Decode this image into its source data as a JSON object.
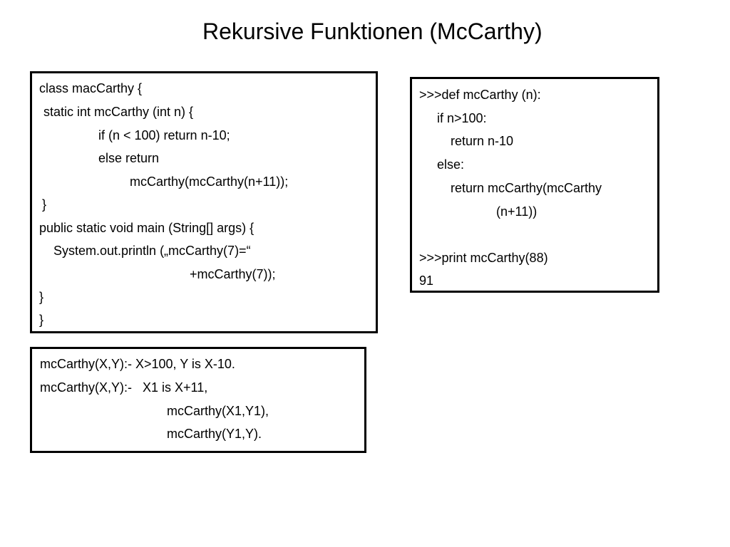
{
  "title": "Rekursive Funktionen (McCarthy)",
  "java": {
    "lines": [
      "class macCarthy {",
      "static int mcCarthy (int n) {",
      "if (n < 100) return n-10;",
      "else return",
      "mcCarthy(mcCarthy(n+11));",
      "}",
      "public static void main (String[] args) {",
      "System.out.println („mcCarthy(7)=“",
      "+mcCarthy(7));",
      "}",
      "}"
    ]
  },
  "python": {
    "lines": [
      ">>>def mcCarthy (n):",
      "if n>100:",
      "return n-10",
      "else:",
      "return mcCarthy(mcCarthy",
      "(n+11))",
      ">>>print mcCarthy(88)",
      "91"
    ]
  },
  "prolog": {
    "lines": [
      "mcCarthy(X,Y):- X>100, Y is X-10.",
      "mcCarthy(X,Y):-   X1 is X+11,",
      "mcCarthy(X1,Y1),",
      "mcCarthy(Y1,Y)."
    ]
  }
}
